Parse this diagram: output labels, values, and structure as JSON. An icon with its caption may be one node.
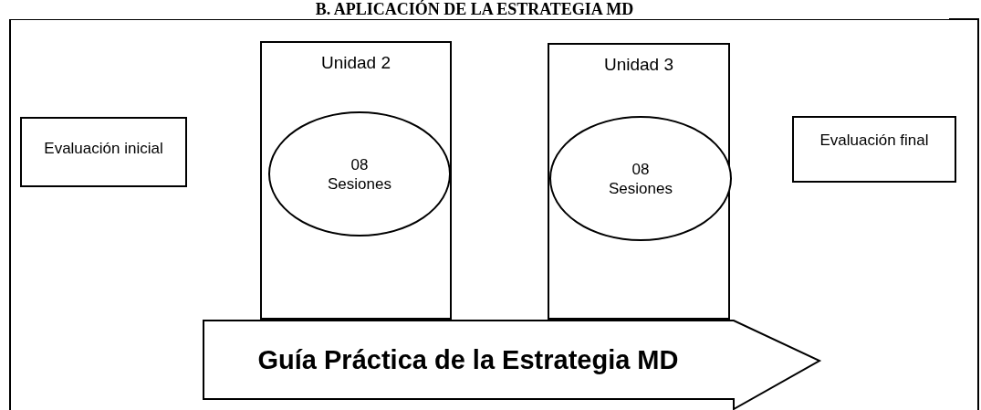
{
  "diagram": {
    "title": "B. APLICACIÓN DE LA ESTRATEGIA MD",
    "nodes": [
      {
        "text": [
          "Evaluación inicial"
        ]
      },
      {
        "text": [
          "Unidad 2"
        ]
      },
      {
        "text": [
          "08 Sesiones"
        ],
        "in": 1
      },
      {
        "text": [
          "Unidad 3"
        ]
      },
      {
        "text": [
          "08 Sesiones"
        ],
        "in": 3
      },
      {
        "text": [
          "Evaluación final"
        ]
      },
      {
        "text": [
          "Guía Práctica de la Estrategia MD"
        ]
      }
    ],
    "edges": []
  }
}
